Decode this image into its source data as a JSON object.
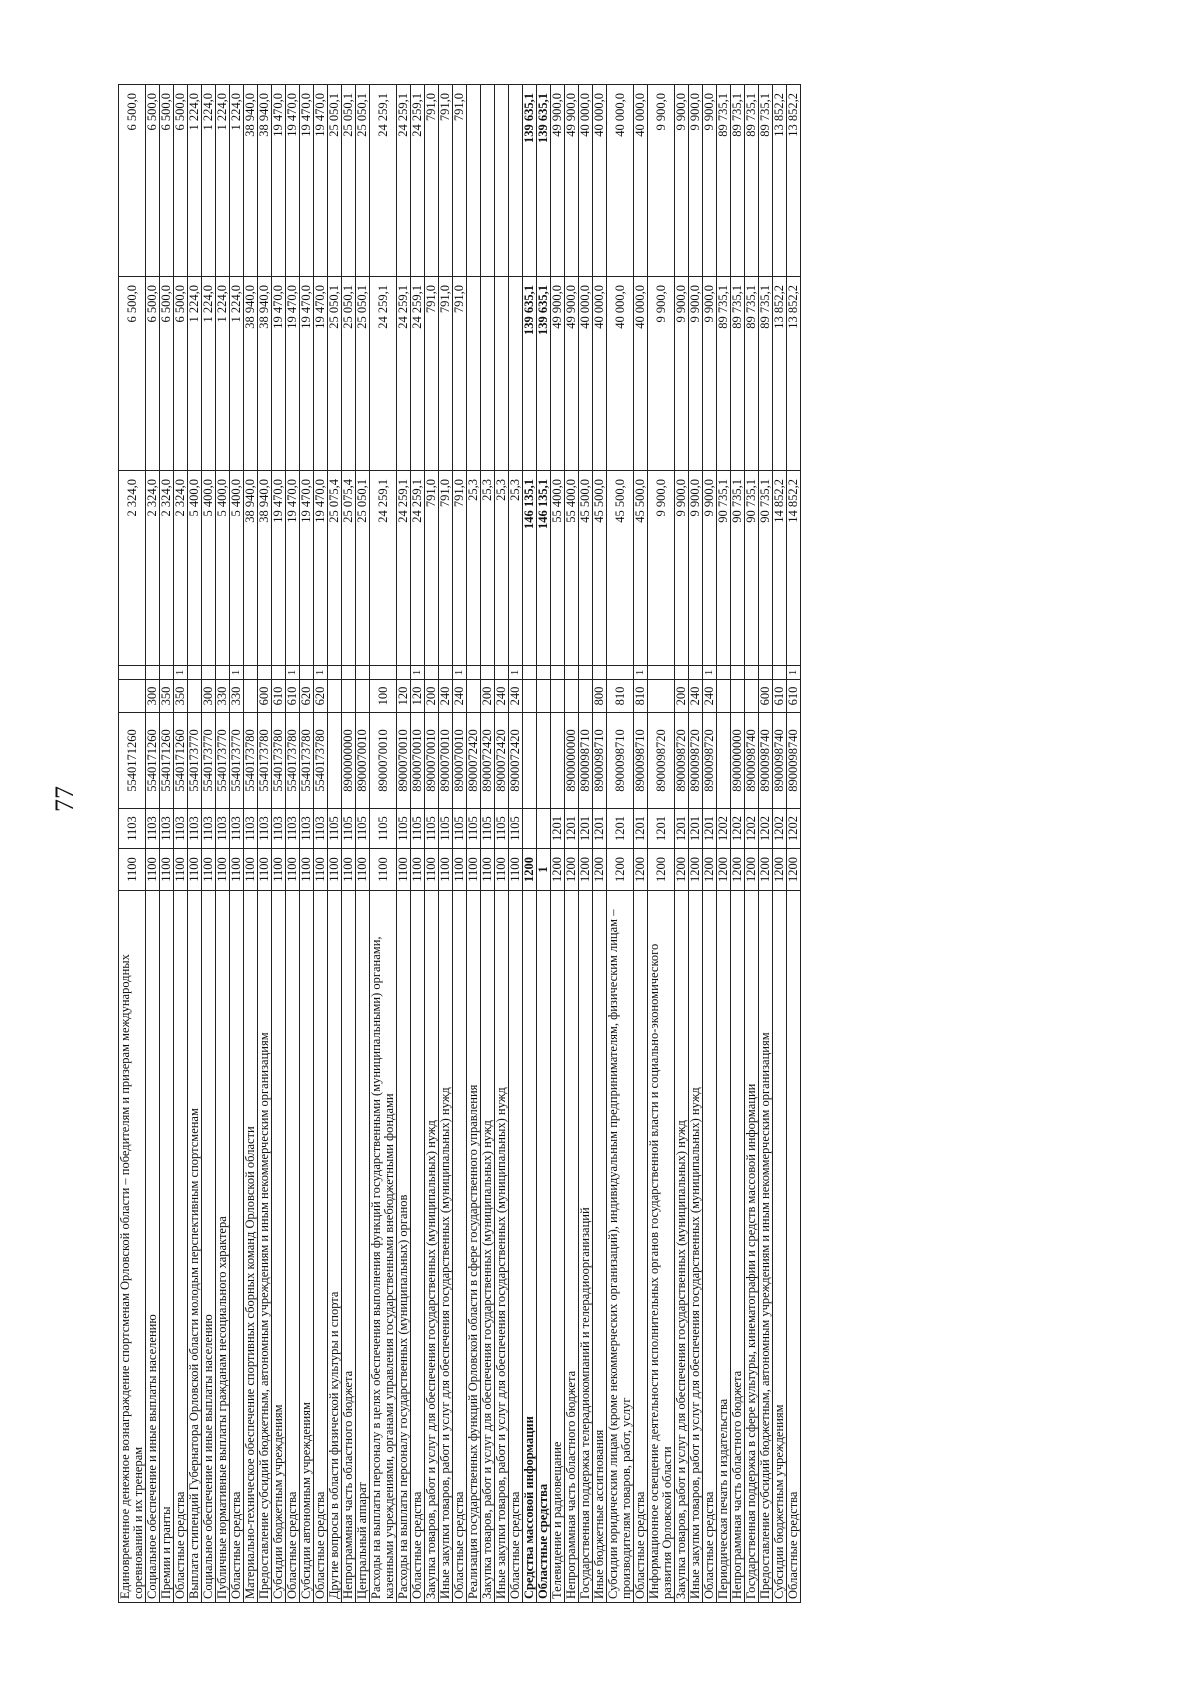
{
  "page_number": "77",
  "rows": [
    {
      "name": "Единовременное денежное вознаграждение спортсменам Орловской области – победителям и призерам международных соревнований и их тренерам",
      "rz": "1100",
      "pr": "1103",
      "csr": "5540171260",
      "vr": "",
      "flag": "",
      "v1": "2 324,0",
      "v2": "6 500,0",
      "v3": "6 500,0",
      "bold": false,
      "tall": true
    },
    {
      "name": "Социальное обеспечение и иные выплаты населению",
      "rz": "1100",
      "pr": "1103",
      "csr": "5540171260",
      "vr": "300",
      "flag": "",
      "v1": "2 324,0",
      "v2": "6 500,0",
      "v3": "6 500,0",
      "bold": false,
      "tall": false
    },
    {
      "name": "Премии и гранты",
      "rz": "1100",
      "pr": "1103",
      "csr": "5540171260",
      "vr": "350",
      "flag": "",
      "v1": "2 324,0",
      "v2": "6 500,0",
      "v3": "6 500,0",
      "bold": false,
      "tall": false
    },
    {
      "name": "Областные средства",
      "rz": "1100",
      "pr": "1103",
      "csr": "5540171260",
      "vr": "350",
      "flag": "1",
      "v1": "2 324,0",
      "v2": "6 500,0",
      "v3": "6 500,0",
      "bold": false,
      "tall": false
    },
    {
      "name": "Выплата стипендий Губернатора Орловской области молодым перспективным спортсменам",
      "rz": "1100",
      "pr": "1103",
      "csr": "5540173770",
      "vr": "",
      "flag": "",
      "v1": "5 400,0",
      "v2": "1 224,0",
      "v3": "1 224,0",
      "bold": false,
      "tall": false
    },
    {
      "name": "Социальное обеспечение и иные выплаты населению",
      "rz": "1100",
      "pr": "1103",
      "csr": "5540173770",
      "vr": "300",
      "flag": "",
      "v1": "5 400,0",
      "v2": "1 224,0",
      "v3": "1 224,0",
      "bold": false,
      "tall": false
    },
    {
      "name": "Публичные нормативные выплаты гражданам несоциального характера",
      "rz": "1100",
      "pr": "1103",
      "csr": "5540173770",
      "vr": "330",
      "flag": "",
      "v1": "5 400,0",
      "v2": "1 224,0",
      "v3": "1 224,0",
      "bold": false,
      "tall": false
    },
    {
      "name": "Областные средства",
      "rz": "1100",
      "pr": "1103",
      "csr": "5540173770",
      "vr": "330",
      "flag": "1",
      "v1": "5 400,0",
      "v2": "1 224,0",
      "v3": "1 224,0",
      "bold": false,
      "tall": false
    },
    {
      "name": "Материально-техническое обеспечение спортивных сборных команд Орловской области",
      "rz": "1100",
      "pr": "1103",
      "csr": "5540173780",
      "vr": "",
      "flag": "",
      "v1": "38 940,0",
      "v2": "38 940,0",
      "v3": "38 940,0",
      "bold": false,
      "tall": false
    },
    {
      "name": "Предоставление субсидий бюджетным, автономным учреждениям и иным некоммерческим организациям",
      "rz": "1100",
      "pr": "1103",
      "csr": "5540173780",
      "vr": "600",
      "flag": "",
      "v1": "38 940,0",
      "v2": "38 940,0",
      "v3": "38 940,0",
      "bold": false,
      "tall": false
    },
    {
      "name": "Субсидии бюджетным учреждениям",
      "rz": "1100",
      "pr": "1103",
      "csr": "5540173780",
      "vr": "610",
      "flag": "",
      "v1": "19 470,0",
      "v2": "19 470,0",
      "v3": "19 470,0",
      "bold": false,
      "tall": false
    },
    {
      "name": "Областные средства",
      "rz": "1100",
      "pr": "1103",
      "csr": "5540173780",
      "vr": "610",
      "flag": "1",
      "v1": "19 470,0",
      "v2": "19 470,0",
      "v3": "19 470,0",
      "bold": false,
      "tall": false
    },
    {
      "name": "Субсидии автономным учреждениям",
      "rz": "1100",
      "pr": "1103",
      "csr": "5540173780",
      "vr": "620",
      "flag": "",
      "v1": "19 470,0",
      "v2": "19 470,0",
      "v3": "19 470,0",
      "bold": false,
      "tall": false
    },
    {
      "name": "Областные средства",
      "rz": "1100",
      "pr": "1103",
      "csr": "5540173780",
      "vr": "620",
      "flag": "1",
      "v1": "19 470,0",
      "v2": "19 470,0",
      "v3": "19 470,0",
      "bold": false,
      "tall": false
    },
    {
      "name": "Другие вопросы в области физической культуры и спорта",
      "rz": "1100",
      "pr": "1105",
      "csr": "",
      "vr": "",
      "flag": "",
      "v1": "25 075,4",
      "v2": "25 050,1",
      "v3": "25 050,1",
      "bold": false,
      "tall": false
    },
    {
      "name": "Непрограммная часть областного бюджета",
      "rz": "1100",
      "pr": "1105",
      "csr": "8900000000",
      "vr": "",
      "flag": "",
      "v1": "25 075,4",
      "v2": "25 050,1",
      "v3": "25 050,1",
      "bold": false,
      "tall": false
    },
    {
      "name": "Центральный аппарат",
      "rz": "1100",
      "pr": "1105",
      "csr": "8900070010",
      "vr": "",
      "flag": "",
      "v1": "25 050,1",
      "v2": "25 050,1",
      "v3": "25 050,1",
      "bold": false,
      "tall": false
    },
    {
      "name": "Расходы на выплаты персоналу в целях обеспечения выполнения функций государственными (муниципальными) органами, казенными учреждениями, органами управления государственными внебюджетными фондами",
      "rz": "1100",
      "pr": "1105",
      "csr": "8900070010",
      "vr": "100",
      "flag": "",
      "v1": "24 259,1",
      "v2": "24 259,1",
      "v3": "24 259,1",
      "bold": false,
      "tall": true
    },
    {
      "name": "Расходы на выплаты персоналу государственных (муниципальных) органов",
      "rz": "1100",
      "pr": "1105",
      "csr": "8900070010",
      "vr": "120",
      "flag": "",
      "v1": "24 259,1",
      "v2": "24 259,1",
      "v3": "24 259,1",
      "bold": false,
      "tall": false
    },
    {
      "name": "Областные средства",
      "rz": "1100",
      "pr": "1105",
      "csr": "8900070010",
      "vr": "120",
      "flag": "1",
      "v1": "24 259,1",
      "v2": "24 259,1",
      "v3": "24 259,1",
      "bold": false,
      "tall": false
    },
    {
      "name": "Закупка товаров, работ и услуг для обеспечения государственных (муниципальных) нужд",
      "rz": "1100",
      "pr": "1105",
      "csr": "8900070010",
      "vr": "200",
      "flag": "",
      "v1": "791,0",
      "v2": "791,0",
      "v3": "791,0",
      "bold": false,
      "tall": false
    },
    {
      "name": "Иные закупки товаров, работ и услуг для обеспечения государственных (муниципальных) нужд",
      "rz": "1100",
      "pr": "1105",
      "csr": "8900070010",
      "vr": "240",
      "flag": "",
      "v1": "791,0",
      "v2": "791,0",
      "v3": "791,0",
      "bold": false,
      "tall": false
    },
    {
      "name": "Областные средства",
      "rz": "1100",
      "pr": "1105",
      "csr": "8900070010",
      "vr": "240",
      "flag": "1",
      "v1": "791,0",
      "v2": "791,0",
      "v3": "791,0",
      "bold": false,
      "tall": false
    },
    {
      "name": "Реализация государственных функций Орловской области в сфере государственного управления",
      "rz": "1100",
      "pr": "1105",
      "csr": "8900072420",
      "vr": "",
      "flag": "",
      "v1": "25,3",
      "v2": "",
      "v3": "",
      "bold": false,
      "tall": false
    },
    {
      "name": "Закупка товаров, работ и услуг для обеспечения государственных (муниципальных) нужд",
      "rz": "1100",
      "pr": "1105",
      "csr": "8900072420",
      "vr": "200",
      "flag": "",
      "v1": "25,3",
      "v2": "",
      "v3": "",
      "bold": false,
      "tall": false
    },
    {
      "name": "Иные закупки товаров, работ и услуг для обеспечения государственных (муниципальных) нужд",
      "rz": "1100",
      "pr": "1105",
      "csr": "8900072420",
      "vr": "240",
      "flag": "",
      "v1": "25,3",
      "v2": "",
      "v3": "",
      "bold": false,
      "tall": false
    },
    {
      "name": "Областные средства",
      "rz": "1100",
      "pr": "1105",
      "csr": "8900072420",
      "vr": "240",
      "flag": "1",
      "v1": "25,3",
      "v2": "",
      "v3": "",
      "bold": false,
      "tall": false
    },
    {
      "name": "Средства массовой информации",
      "rz": "1200",
      "pr": "",
      "csr": "",
      "vr": "",
      "flag": "",
      "v1": "146 135,1",
      "v2": "139 635,1",
      "v3": "139 635,1",
      "bold": true,
      "tall": false
    },
    {
      "name": "Областные средства",
      "rz": "1",
      "pr": "",
      "csr": "",
      "vr": "",
      "flag": "",
      "v1": "146 135,1",
      "v2": "139 635,1",
      "v3": "139 635,1",
      "bold": true,
      "tall": false
    },
    {
      "name": "Телевидение и радиовещание",
      "rz": "1200",
      "pr": "1201",
      "csr": "",
      "vr": "",
      "flag": "",
      "v1": "55 400,0",
      "v2": "49 900,0",
      "v3": "49 900,0",
      "bold": false,
      "tall": false
    },
    {
      "name": "Непрограммная часть областного бюджета",
      "rz": "1200",
      "pr": "1201",
      "csr": "8900000000",
      "vr": "",
      "flag": "",
      "v1": "55 400,0",
      "v2": "49 900,0",
      "v3": "49 900,0",
      "bold": false,
      "tall": false
    },
    {
      "name": "Государственная поддержка телерадиокомпаний и телерадиоорганизаций",
      "rz": "1200",
      "pr": "1201",
      "csr": "8900098710",
      "vr": "",
      "flag": "",
      "v1": "45 500,0",
      "v2": "40 000,0",
      "v3": "40 000,0",
      "bold": false,
      "tall": false
    },
    {
      "name": "Иные бюджетные ассигнования",
      "rz": "1200",
      "pr": "1201",
      "csr": "8900098710",
      "vr": "800",
      "flag": "",
      "v1": "45 500,0",
      "v2": "40 000,0",
      "v3": "40 000,0",
      "bold": false,
      "tall": false
    },
    {
      "name": "Субсидии юридическим лицам (кроме некоммерческих организаций), индивидуальным предпринимателям, физическим лицам – производителям товаров, работ, услуг",
      "rz": "1200",
      "pr": "1201",
      "csr": "8900098710",
      "vr": "810",
      "flag": "",
      "v1": "45 500,0",
      "v2": "40 000,0",
      "v3": "40 000,0",
      "bold": false,
      "tall": true
    },
    {
      "name": "Областные средства",
      "rz": "1200",
      "pr": "1201",
      "csr": "8900098710",
      "vr": "810",
      "flag": "1",
      "v1": "45 500,0",
      "v2": "40 000,0",
      "v3": "40 000,0",
      "bold": false,
      "tall": false
    },
    {
      "name": "Информационное освещение деятельности исполнительных органов государственной власти и социально-экономического развития Орловской области",
      "rz": "1200",
      "pr": "1201",
      "csr": "8900098720",
      "vr": "",
      "flag": "",
      "v1": "9 900,0",
      "v2": "9 900,0",
      "v3": "9 900,0",
      "bold": false,
      "tall": true
    },
    {
      "name": "Закупка товаров, работ и услуг для обеспечения государственных (муниципальных) нужд",
      "rz": "1200",
      "pr": "1201",
      "csr": "8900098720",
      "vr": "200",
      "flag": "",
      "v1": "9 900,0",
      "v2": "9 900,0",
      "v3": "9 900,0",
      "bold": false,
      "tall": false
    },
    {
      "name": "Иные закупки товаров, работ и услуг для обеспечения государственных (муниципальных) нужд",
      "rz": "1200",
      "pr": "1201",
      "csr": "8900098720",
      "vr": "240",
      "flag": "",
      "v1": "9 900,0",
      "v2": "9 900,0",
      "v3": "9 900,0",
      "bold": false,
      "tall": false
    },
    {
      "name": "Областные средства",
      "rz": "1200",
      "pr": "1201",
      "csr": "8900098720",
      "vr": "240",
      "flag": "1",
      "v1": "9 900,0",
      "v2": "9 900,0",
      "v3": "9 900,0",
      "bold": false,
      "tall": false
    },
    {
      "name": "Периодическая печать и издательства",
      "rz": "1200",
      "pr": "1202",
      "csr": "",
      "vr": "",
      "flag": "",
      "v1": "90 735,1",
      "v2": "89 735,1",
      "v3": "89 735,1",
      "bold": false,
      "tall": false
    },
    {
      "name": "Непрограммная часть областного бюджета",
      "rz": "1200",
      "pr": "1202",
      "csr": "8900000000",
      "vr": "",
      "flag": "",
      "v1": "90 735,1",
      "v2": "89 735,1",
      "v3": "89 735,1",
      "bold": false,
      "tall": false
    },
    {
      "name": "Государственная поддержка в сфере культуры, кинематографии и средств массовой информации",
      "rz": "1200",
      "pr": "1202",
      "csr": "8900098740",
      "vr": "",
      "flag": "",
      "v1": "90 735,1",
      "v2": "89 735,1",
      "v3": "89 735,1",
      "bold": false,
      "tall": false
    },
    {
      "name": "Предоставление субсидий бюджетным, автономным учреждениям и иным некоммерческим организациям",
      "rz": "1200",
      "pr": "1202",
      "csr": "8900098740",
      "vr": "600",
      "flag": "",
      "v1": "90 735,1",
      "v2": "89 735,1",
      "v3": "89 735,1",
      "bold": false,
      "tall": false
    },
    {
      "name": "Субсидии бюджетным учреждениям",
      "rz": "1200",
      "pr": "1202",
      "csr": "8900098740",
      "vr": "610",
      "flag": "",
      "v1": "14 852,2",
      "v2": "13 852,2",
      "v3": "13 852,2",
      "bold": false,
      "tall": false
    },
    {
      "name": "Областные средства",
      "rz": "1200",
      "pr": "1202",
      "csr": "8900098740",
      "vr": "610",
      "flag": "1",
      "v1": "14 852,2",
      "v2": "13 852,2",
      "v3": "13 852,2",
      "bold": false,
      "tall": false
    }
  ]
}
